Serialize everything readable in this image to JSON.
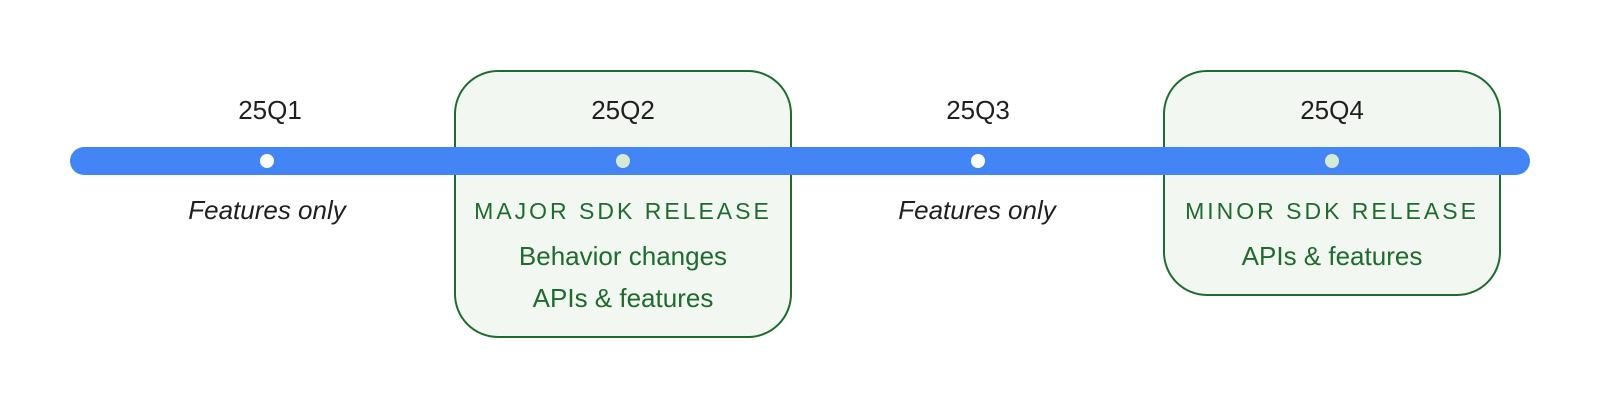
{
  "colors": {
    "timeline": "#4385f5",
    "release_text": "#1e6b2e",
    "release_border": "#1e6b2e",
    "release_fill": "#f3f7f2",
    "plain_text": "#1f1f1f"
  },
  "quarters": [
    {
      "label": "25Q1",
      "note": "Features only"
    },
    {
      "label": "25Q2",
      "release": {
        "title": "MAJOR SDK RELEASE",
        "lines": [
          "Behavior changes",
          "APIs & features"
        ]
      }
    },
    {
      "label": "25Q3",
      "note": "Features only"
    },
    {
      "label": "25Q4",
      "release": {
        "title": "MINOR SDK RELEASE",
        "lines": [
          "APIs & features"
        ]
      }
    }
  ]
}
